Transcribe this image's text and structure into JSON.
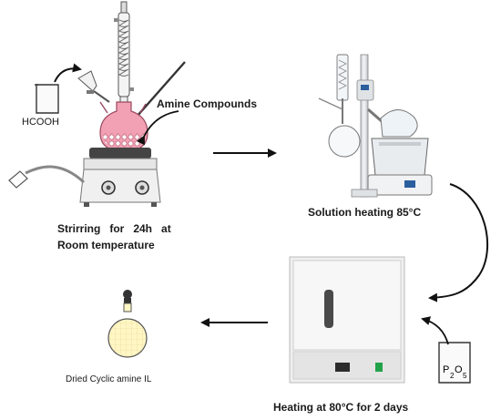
{
  "labels": {
    "hcooh": "HCOOH",
    "amine": "Amine Compounds",
    "stirring_line1": "Strirring   for   24h   at",
    "stirring_line2": "Room temperature",
    "solution_heating": "Solution heating 85°C",
    "heating_oven": "Heating at 80°C for 2 days",
    "dried": "Dried Cyclic amine IL",
    "p2o5": {
      "p": "P",
      "sub1": "2",
      "o": "O",
      "sub2": "5"
    }
  },
  "colors": {
    "flask_liquid": "#f2a0b4",
    "bulb": "#fff6c4",
    "hotplate_top": "#444444",
    "oven_body": "#eeeeee"
  },
  "icons": [
    "beaker-icon",
    "reflux-flask-apparatus",
    "hot-plate-stirrer",
    "rotary-evaporator",
    "drying-oven",
    "p2o5-beaker",
    "dried-product-flask"
  ]
}
